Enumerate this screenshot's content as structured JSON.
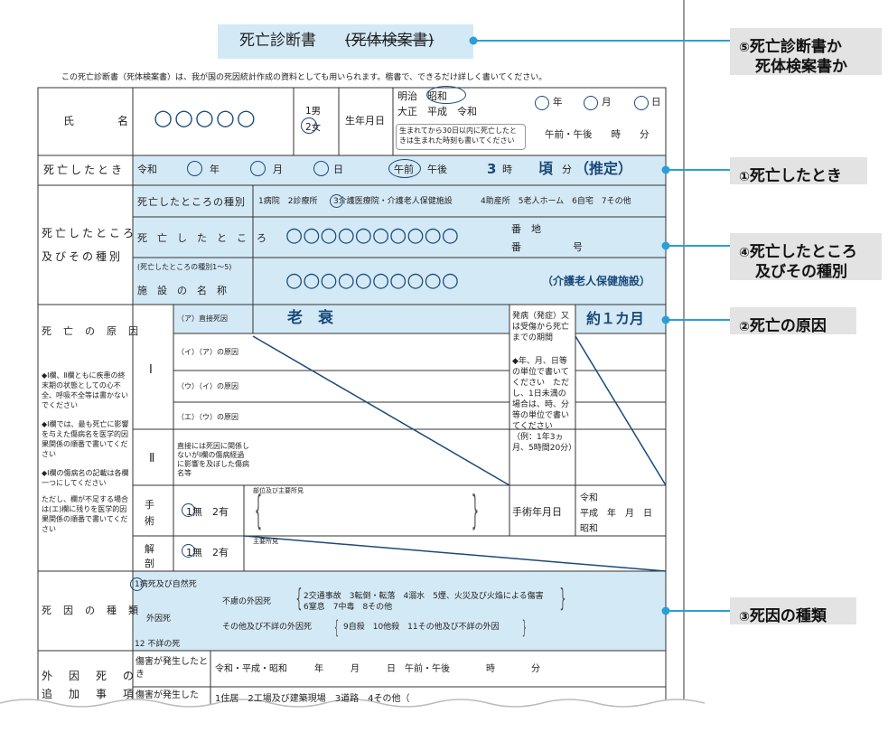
{
  "doc_title": "死亡診断書",
  "doc_title_struck": "(死体検案書)",
  "intro": "この死亡診断書（死体検案書）は、我が国の死因統計作成の資料としても用いられます。楷書で、できるだけ詳しく書いてください。",
  "name_row": {
    "label": "氏　　　名",
    "circles": "○○○○○",
    "sex_male": "1男",
    "sex_female": "2女",
    "birth_label": "生年月日",
    "era_line1": "明治　昭和",
    "era_line2": "大正　平成　令和",
    "year": "年",
    "month": "月",
    "day": "日",
    "note_line1": "生まれてから30日以内に死亡したと",
    "note_line2": "きは生まれた時刻も書いてください",
    "time_line": "午前・午後　　時　　分"
  },
  "death_time": {
    "label": "死亡したとき",
    "era": "令和",
    "year": "年",
    "month": "月",
    "day": "日",
    "am": "午前",
    "pm": "午後",
    "hour_value": "3",
    "hour_unit": "時",
    "approx": "頃",
    "minute": "分",
    "estimated": "（推定）"
  },
  "death_place": {
    "label_line1": "死亡したところ",
    "label_line2": "及びその種別",
    "type_label": "死亡したところの種別",
    "type_opt1": "1病院　2診療所",
    "type_opt3": "3介護医療院・介護老人保健施設",
    "type_opt_rest": "4助産所　5老人ホーム　6自宅　7その他",
    "place_label": "死　亡　し　た　と　こ　ろ",
    "place_circles": "○○○○○○○○○○",
    "banchi": "番　地",
    "ban": "番",
    "go": "号",
    "facility_note": "(死亡したところの種別1～5)",
    "facility_label": "施　設　の　名　称",
    "facility_circles": "○○○○○○○○○○",
    "facility_type": "（介護老人保健施設）"
  },
  "cause": {
    "label": "死　亡　の　原　因",
    "note1": "◆Ⅰ欄、Ⅱ欄ともに疾患の終末期の状態としての心不全、呼吸不全等は書かないでください",
    "note2": "◆Ⅰ欄では、最も死亡に影響を与えた傷病名を医学的因果関係の順番で書いてください",
    "note3": "◆Ⅰ欄の傷病名の記載は各欄一つにしてください",
    "note4": "ただし、欄が不足する場合は(エ)欄に残りを医学的因果関係の順番で書いてください",
    "section1": "Ⅰ",
    "section2": "Ⅱ",
    "row_a": "（ア）直接死因",
    "row_i": "（イ）（ア）の原因",
    "row_u": "（ウ）（イ）の原因",
    "row_e": "（エ）（ウ）の原因",
    "row2_text": "直接には死因に関係しないがⅠ欄の傷病経過に影響を及ぼした傷病名等",
    "direct_cause": "老　衰",
    "onset_label": "発病（発症）又は受傷から死亡までの期間",
    "onset_note": "◆年、月、日等の単位で書いてください　ただし、1日未満の場合は、時、分等の単位で書いてください（例：1年3ヵ月、5時間20分）",
    "duration": "約１カ月",
    "surgery_label": "手術",
    "surgery_opts": "1無　2有",
    "surgery_findings": "部位及び主要所見",
    "surgery_date_label": "手術年月日",
    "surgery_eras": "令和\n平成　年　月　日\n昭和",
    "autopsy_label": "解剖",
    "autopsy_opts": "1無　2有",
    "autopsy_findings": "主要所見"
  },
  "cause_kind": {
    "label": "死　因　の　種　類",
    "natural": "1病死及び自然死",
    "unforeseen": "不慮の外因死",
    "unforeseen_opts1": "2交通事故　3転倒・転落　4溺水　5煙、火災及び火焔による傷害",
    "unforeseen_opts2": "6窒息　7中毒　8その他",
    "external": "外因死",
    "other_external": "その他及び不詳の外因死",
    "other_opts": "9自殺　10他殺　11その他及び不詳の外因",
    "unknown": "12 不詳の死"
  },
  "external_extra": {
    "label_line1": "外　因　死　の",
    "label_line2": "追　加　事　項",
    "injury_time_label": "傷害が発生したとき",
    "injury_time_value": "令和・平成・昭和　　　年　　　月　　　日　午前・午後　　　　時　　　　分",
    "injury_place_label": "傷害が発生した",
    "injury_place_value": "1住居　2工場及び建築現場　3道路　4その他（"
  },
  "annotations": [
    {
      "num": "⑤",
      "text_line1": "死亡診断書か",
      "text_line2": "死体検案書か"
    },
    {
      "num": "①",
      "text_line1": "死亡したとき"
    },
    {
      "num": "④",
      "text_line1": "死亡したところ",
      "text_line2": "及びその種別"
    },
    {
      "num": "②",
      "text_line1": "死亡の原因"
    },
    {
      "num": "③",
      "text_line1": "死因の種類"
    }
  ],
  "colors": {
    "highlight": "#d4e9f6",
    "ink_blue": "#1a4a7a",
    "callout_line": "#2a9fd6",
    "callout_bg": "#e3e3e3"
  }
}
